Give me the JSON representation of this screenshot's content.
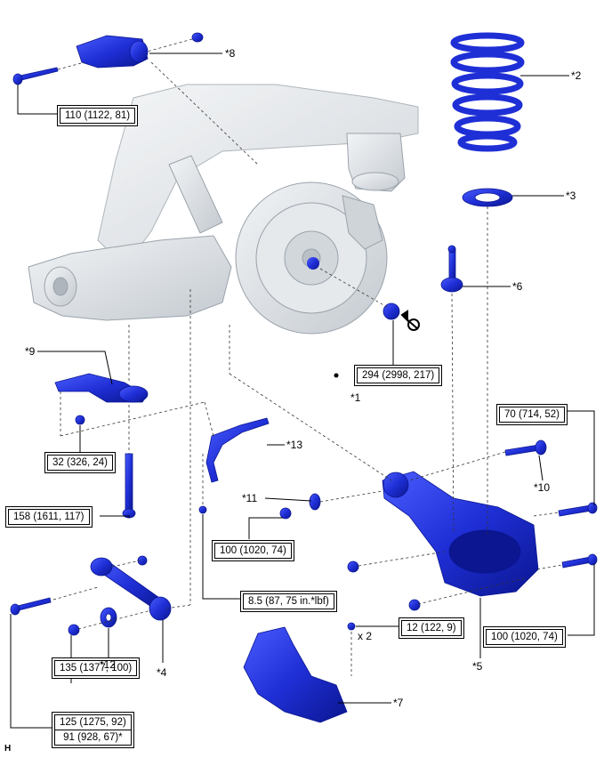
{
  "torque_specs": {
    "t110": "110 (1122, 81)",
    "t294": "294 (2998, 217)",
    "t32": "32 (326, 24)",
    "t70": "70 (714, 52)",
    "t158": "158 (1611, 117)",
    "t100a": "100 (1020, 74)",
    "t85": "8.5 (87, 75 in.*lbf)",
    "t12": "12 (122, 9)",
    "t100b": "100 (1020, 74)",
    "t135": "135 (1377, 100)",
    "t125": "125 (1275, 92)",
    "t91": "91 (928, 67)*"
  },
  "callouts": {
    "c1": "*1",
    "c2": "*2",
    "c3": "*3",
    "c4": "*4",
    "c5": "*5",
    "c6": "*6",
    "c7": "*7",
    "c8": "*8",
    "c9": "*9",
    "c10": "*10",
    "c11": "*11",
    "c12": "*12",
    "c13": "*13"
  },
  "quantity": "x 2",
  "corner_mark": "H",
  "colors": {
    "part_blue": "#1f2fd6",
    "part_dark": "#0b1690",
    "line": "#000000",
    "assembly_grey": "#d8dde2"
  }
}
